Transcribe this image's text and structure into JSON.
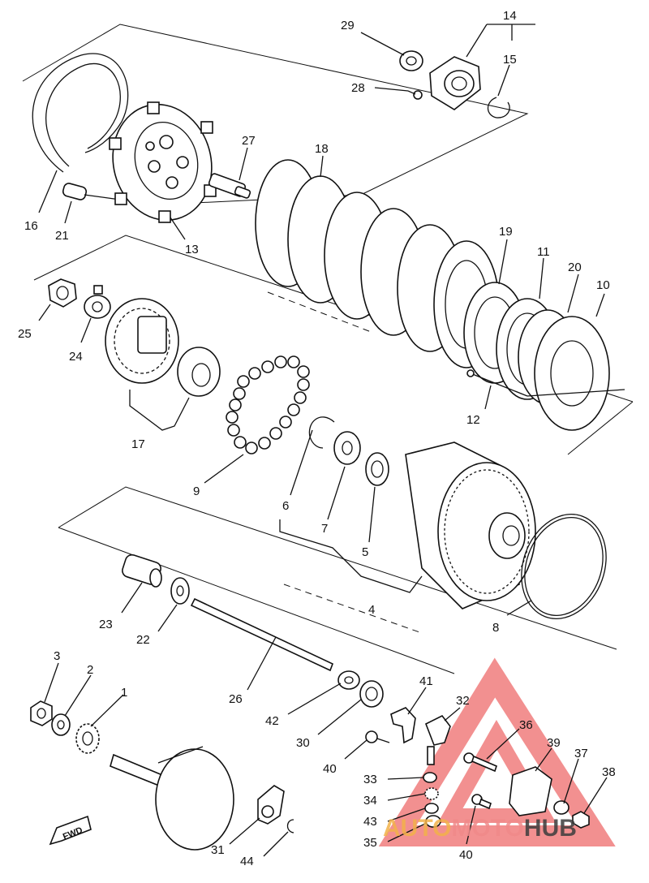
{
  "labels": {
    "p1": "1",
    "p2": "2",
    "p3": "3",
    "p4": "4",
    "p5": "5",
    "p6": "6",
    "p7": "7",
    "p8": "8",
    "p9": "9",
    "p10": "10",
    "p11": "11",
    "p12": "12",
    "p13": "13",
    "p14": "14",
    "p15": "15",
    "p16": "16",
    "p17": "17",
    "p18": "18",
    "p19": "19",
    "p20": "20",
    "p21": "21",
    "p22": "22",
    "p23": "23",
    "p24": "24",
    "p25": "25",
    "p26": "26",
    "p27": "27",
    "p28": "28",
    "p29": "29",
    "p30": "30",
    "p31": "31",
    "p32": "32",
    "p33": "33",
    "p34": "34",
    "p35": "35",
    "p36": "36",
    "p37": "37",
    "p38": "38",
    "p39": "39",
    "p40a": "40",
    "p40b": "40",
    "p41": "41",
    "p42": "42",
    "p43": "43",
    "p44": "44"
  },
  "fwd_tag": "FWD",
  "watermark": {
    "auto": "AUTO",
    "moto": "MOTO",
    "hub": "HUB",
    "color_auto": "#f2b24a",
    "color_moto": "#f08a8a",
    "color_hub": "#3d3d3d",
    "triangle_color": "#ee6b6b"
  }
}
